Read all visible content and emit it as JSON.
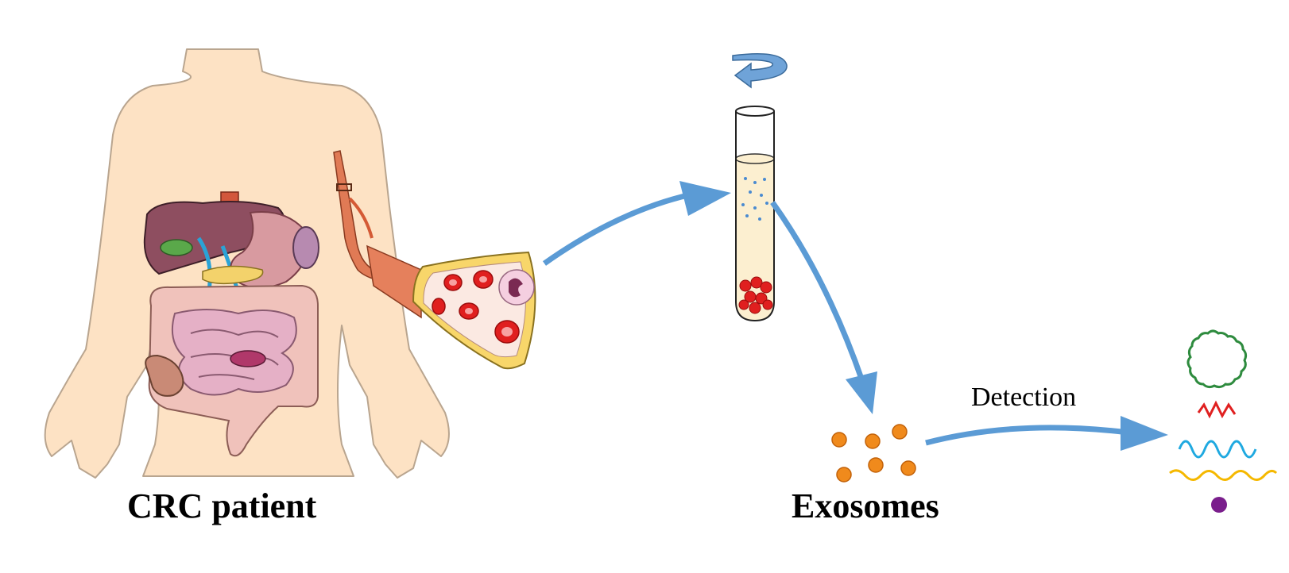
{
  "labels": {
    "patient": "CRC patient",
    "exosomes": "Exosomes",
    "detection": "Detection"
  },
  "colors": {
    "skin": "#fde2c4",
    "skin_outline": "#b9a58f",
    "arrow_blue": "#5b9bd5",
    "blood_red": "#e02020",
    "exosome_orange": "#f08a1c",
    "tube_fluid": "#fcefd0",
    "marker_green": "#2e8b3e",
    "marker_red": "#e02020",
    "marker_cyan": "#1fa9e0",
    "marker_yellow": "#f5b800",
    "marker_purple": "#7a1e8c"
  },
  "icons": [
    "human-torso-icon",
    "organs-icon",
    "blood-vessel-icon",
    "blood-cross-section-icon",
    "centrifuge-rotation-icon",
    "test-tube-icon",
    "exosome-icon",
    "circular-rna-icon",
    "mirna-icon",
    "protein-icon"
  ]
}
